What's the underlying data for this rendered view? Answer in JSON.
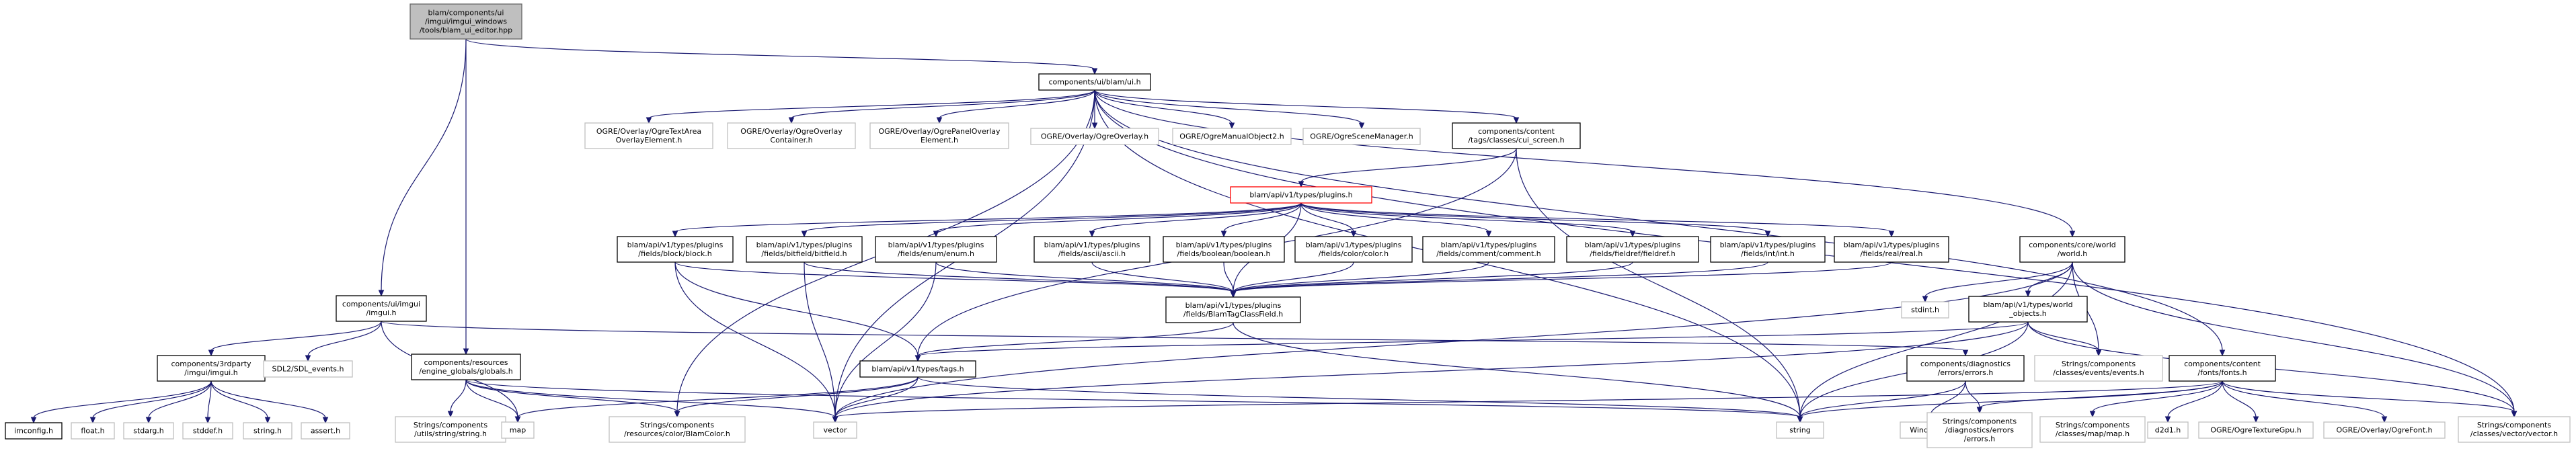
{
  "diagram": {
    "nodes": [
      {
        "id": "root",
        "lines": [
          "blam/components/ui",
          "/imgui/imgui_windows",
          "/tools/blam_ui_editor.hpp"
        ],
        "style": "root"
      },
      {
        "id": "ui",
        "lines": [
          "components/ui/blam/ui.h"
        ],
        "style": "normal"
      },
      {
        "id": "imgui",
        "lines": [
          "components/ui/imgui",
          "/imgui.h"
        ],
        "style": "normal"
      },
      {
        "id": "globals",
        "lines": [
          "components/resources",
          "/engine_globals/globals.h"
        ],
        "style": "normal"
      },
      {
        "id": "textarea",
        "lines": [
          "OGRE/Overlay/OgreTextArea",
          "OverlayElement.h"
        ],
        "style": "ext"
      },
      {
        "id": "ovcontainer",
        "lines": [
          "OGRE/Overlay/OgreOverlay",
          "Container.h"
        ],
        "style": "ext"
      },
      {
        "id": "panel",
        "lines": [
          "OGRE/Overlay/OgrePanelOverlay",
          "Element.h"
        ],
        "style": "ext"
      },
      {
        "id": "overlay",
        "lines": [
          "OGRE/Overlay/OgreOverlay.h"
        ],
        "style": "ext"
      },
      {
        "id": "manual",
        "lines": [
          "OGRE/OgreManualObject2.h"
        ],
        "style": "ext"
      },
      {
        "id": "scenemgr",
        "lines": [
          "OGRE/OgreSceneManager.h"
        ],
        "style": "ext"
      },
      {
        "id": "cuiscreen",
        "lines": [
          "components/content",
          "/tags/classes/cui_screen.h"
        ],
        "style": "normal"
      },
      {
        "id": "plugins",
        "lines": [
          "blam/api/v1/types/plugins.h"
        ],
        "style": "red"
      },
      {
        "id": "block",
        "lines": [
          "blam/api/v1/types/plugins",
          "/fields/block/block.h"
        ],
        "style": "normal"
      },
      {
        "id": "bitfield",
        "lines": [
          "blam/api/v1/types/plugins",
          "/fields/bitfield/bitfield.h"
        ],
        "style": "normal"
      },
      {
        "id": "enum",
        "lines": [
          "blam/api/v1/types/plugins",
          "/fields/enum/enum.h"
        ],
        "style": "normal"
      },
      {
        "id": "ascii",
        "lines": [
          "blam/api/v1/types/plugins",
          "/fields/ascii/ascii.h"
        ],
        "style": "normal"
      },
      {
        "id": "boolean",
        "lines": [
          "blam/api/v1/types/plugins",
          "/fields/boolean/boolean.h"
        ],
        "style": "normal"
      },
      {
        "id": "color",
        "lines": [
          "blam/api/v1/types/plugins",
          "/fields/color/color.h"
        ],
        "style": "normal"
      },
      {
        "id": "comment",
        "lines": [
          "blam/api/v1/types/plugins",
          "/fields/comment/comment.h"
        ],
        "style": "normal"
      },
      {
        "id": "fieldref",
        "lines": [
          "blam/api/v1/types/plugins",
          "/fields/fieldref/fieldref.h"
        ],
        "style": "normal"
      },
      {
        "id": "int",
        "lines": [
          "blam/api/v1/types/plugins",
          "/fields/int/int.h"
        ],
        "style": "normal"
      },
      {
        "id": "real",
        "lines": [
          "blam/api/v1/types/plugins",
          "/fields/real/real.h"
        ],
        "style": "normal"
      },
      {
        "id": "blamtag",
        "lines": [
          "blam/api/v1/types/plugins",
          "/fields/BlamTagClassField.h"
        ],
        "style": "normal"
      },
      {
        "id": "world",
        "lines": [
          "components/core/world",
          "/world.h"
        ],
        "style": "normal"
      },
      {
        "id": "stdint",
        "lines": [
          "stdint.h"
        ],
        "style": "ext"
      },
      {
        "id": "worldobjects",
        "lines": [
          "blam/api/v1/types/world",
          "_objects.h"
        ],
        "style": "normal"
      },
      {
        "id": "events",
        "lines": [
          "Strings/components",
          "/classes/events/events.h"
        ],
        "style": "ext"
      },
      {
        "id": "tags",
        "lines": [
          "blam/api/v1/types/tags.h"
        ],
        "style": "normal"
      },
      {
        "id": "errors",
        "lines": [
          "components/diagnostics",
          "/errors/errors.h"
        ],
        "style": "normal"
      },
      {
        "id": "fonts",
        "lines": [
          "components/content",
          "/fonts/fonts.h"
        ],
        "style": "normal"
      },
      {
        "id": "thirdparty",
        "lines": [
          "components/3rdparty",
          "/imgui/imgui.h"
        ],
        "style": "normal"
      },
      {
        "id": "sdl",
        "lines": [
          "SDL2/SDL_events.h"
        ],
        "style": "ext"
      },
      {
        "id": "imconfig",
        "lines": [
          "imconfig.h"
        ],
        "style": "normal"
      },
      {
        "id": "float",
        "lines": [
          "float.h"
        ],
        "style": "ext"
      },
      {
        "id": "stdarg",
        "lines": [
          "stdarg.h"
        ],
        "style": "ext"
      },
      {
        "id": "stddef",
        "lines": [
          "stddef.h"
        ],
        "style": "ext"
      },
      {
        "id": "stringh",
        "lines": [
          "string.h"
        ],
        "style": "ext"
      },
      {
        "id": "assert",
        "lines": [
          "assert.h"
        ],
        "style": "ext"
      },
      {
        "id": "utilsstring",
        "lines": [
          "Strings/components",
          "/utils/string/string.h"
        ],
        "style": "ext"
      },
      {
        "id": "map",
        "lines": [
          "map"
        ],
        "style": "ext"
      },
      {
        "id": "blamcolor",
        "lines": [
          "Strings/components",
          "/resources/color/BlamColor.h"
        ],
        "style": "ext"
      },
      {
        "id": "vector",
        "lines": [
          "vector"
        ],
        "style": "ext"
      },
      {
        "id": "string",
        "lines": [
          "string"
        ],
        "style": "ext"
      },
      {
        "id": "windows",
        "lines": [
          "Windows.h"
        ],
        "style": "ext"
      },
      {
        "id": "diagerrors",
        "lines": [
          "Strings/components",
          "/diagnostics/errors",
          "/errors.h"
        ],
        "style": "ext"
      },
      {
        "id": "mapmap",
        "lines": [
          "Strings/components",
          "/classes/map/map.h"
        ],
        "style": "ext"
      },
      {
        "id": "d2d1",
        "lines": [
          "d2d1.h"
        ],
        "style": "ext"
      },
      {
        "id": "texgpu",
        "lines": [
          "OGRE/OgreTextureGpu.h"
        ],
        "style": "ext"
      },
      {
        "id": "ogrefont",
        "lines": [
          "OGRE/Overlay/OgreFont.h"
        ],
        "style": "ext"
      },
      {
        "id": "vectorvec",
        "lines": [
          "Strings/components",
          "/classes/vector/vector.h"
        ],
        "style": "ext"
      }
    ],
    "edges": [
      [
        "root",
        "ui"
      ],
      [
        "root",
        "imgui"
      ],
      [
        "root",
        "globals"
      ],
      [
        "ui",
        "textarea"
      ],
      [
        "ui",
        "ovcontainer"
      ],
      [
        "ui",
        "panel"
      ],
      [
        "ui",
        "overlay"
      ],
      [
        "ui",
        "manual"
      ],
      [
        "ui",
        "scenemgr"
      ],
      [
        "ui",
        "cuiscreen"
      ],
      [
        "ui",
        "world"
      ],
      [
        "ui",
        "fonts"
      ],
      [
        "ui",
        "string"
      ],
      [
        "ui",
        "vector"
      ],
      [
        "ui",
        "blamcolor"
      ],
      [
        "ui",
        "vectorvec"
      ],
      [
        "cuiscreen",
        "plugins"
      ],
      [
        "cuiscreen",
        "tags"
      ],
      [
        "cuiscreen",
        "string"
      ],
      [
        "plugins",
        "block"
      ],
      [
        "plugins",
        "bitfield"
      ],
      [
        "plugins",
        "enum"
      ],
      [
        "plugins",
        "ascii"
      ],
      [
        "plugins",
        "boolean"
      ],
      [
        "plugins",
        "color"
      ],
      [
        "plugins",
        "comment"
      ],
      [
        "plugins",
        "fieldref"
      ],
      [
        "plugins",
        "int"
      ],
      [
        "plugins",
        "real"
      ],
      [
        "plugins",
        "blamtag"
      ],
      [
        "block",
        "blamtag"
      ],
      [
        "block",
        "tags"
      ],
      [
        "block",
        "vector"
      ],
      [
        "bitfield",
        "blamtag"
      ],
      [
        "bitfield",
        "vector"
      ],
      [
        "enum",
        "blamtag"
      ],
      [
        "enum",
        "vector"
      ],
      [
        "ascii",
        "blamtag"
      ],
      [
        "boolean",
        "blamtag"
      ],
      [
        "color",
        "blamtag"
      ],
      [
        "comment",
        "blamtag"
      ],
      [
        "fieldref",
        "blamtag"
      ],
      [
        "int",
        "blamtag"
      ],
      [
        "real",
        "blamtag"
      ],
      [
        "blamtag",
        "tags"
      ],
      [
        "blamtag",
        "string"
      ],
      [
        "world",
        "stdint"
      ],
      [
        "world",
        "worldobjects"
      ],
      [
        "world",
        "events"
      ],
      [
        "world",
        "string"
      ],
      [
        "world",
        "vector"
      ],
      [
        "world",
        "vectorvec"
      ],
      [
        "worldobjects",
        "tags"
      ],
      [
        "worldobjects",
        "events"
      ],
      [
        "worldobjects",
        "string"
      ],
      [
        "worldobjects",
        "vector"
      ],
      [
        "worldobjects",
        "vectorvec"
      ],
      [
        "tags",
        "vector"
      ],
      [
        "tags",
        "string"
      ],
      [
        "tags",
        "map"
      ],
      [
        "tags",
        "blamcolor"
      ],
      [
        "imgui",
        "thirdparty"
      ],
      [
        "imgui",
        "sdl"
      ],
      [
        "imgui",
        "map"
      ],
      [
        "imgui",
        "errors"
      ],
      [
        "thirdparty",
        "imconfig"
      ],
      [
        "thirdparty",
        "float"
      ],
      [
        "thirdparty",
        "stdarg"
      ],
      [
        "thirdparty",
        "stddef"
      ],
      [
        "thirdparty",
        "stringh"
      ],
      [
        "thirdparty",
        "assert"
      ],
      [
        "globals",
        "utilsstring"
      ],
      [
        "globals",
        "map"
      ],
      [
        "globals",
        "blamcolor"
      ],
      [
        "globals",
        "vector"
      ],
      [
        "globals",
        "string"
      ],
      [
        "errors",
        "windows"
      ],
      [
        "errors",
        "string"
      ],
      [
        "errors",
        "diagerrors"
      ],
      [
        "fonts",
        "vector"
      ],
      [
        "fonts",
        "string"
      ],
      [
        "fonts",
        "mapmap"
      ],
      [
        "fonts",
        "d2d1"
      ],
      [
        "fonts",
        "texgpu"
      ],
      [
        "fonts",
        "ogrefont"
      ],
      [
        "fonts",
        "vectorvec"
      ],
      [
        "fonts",
        "diagerrors"
      ]
    ]
  }
}
